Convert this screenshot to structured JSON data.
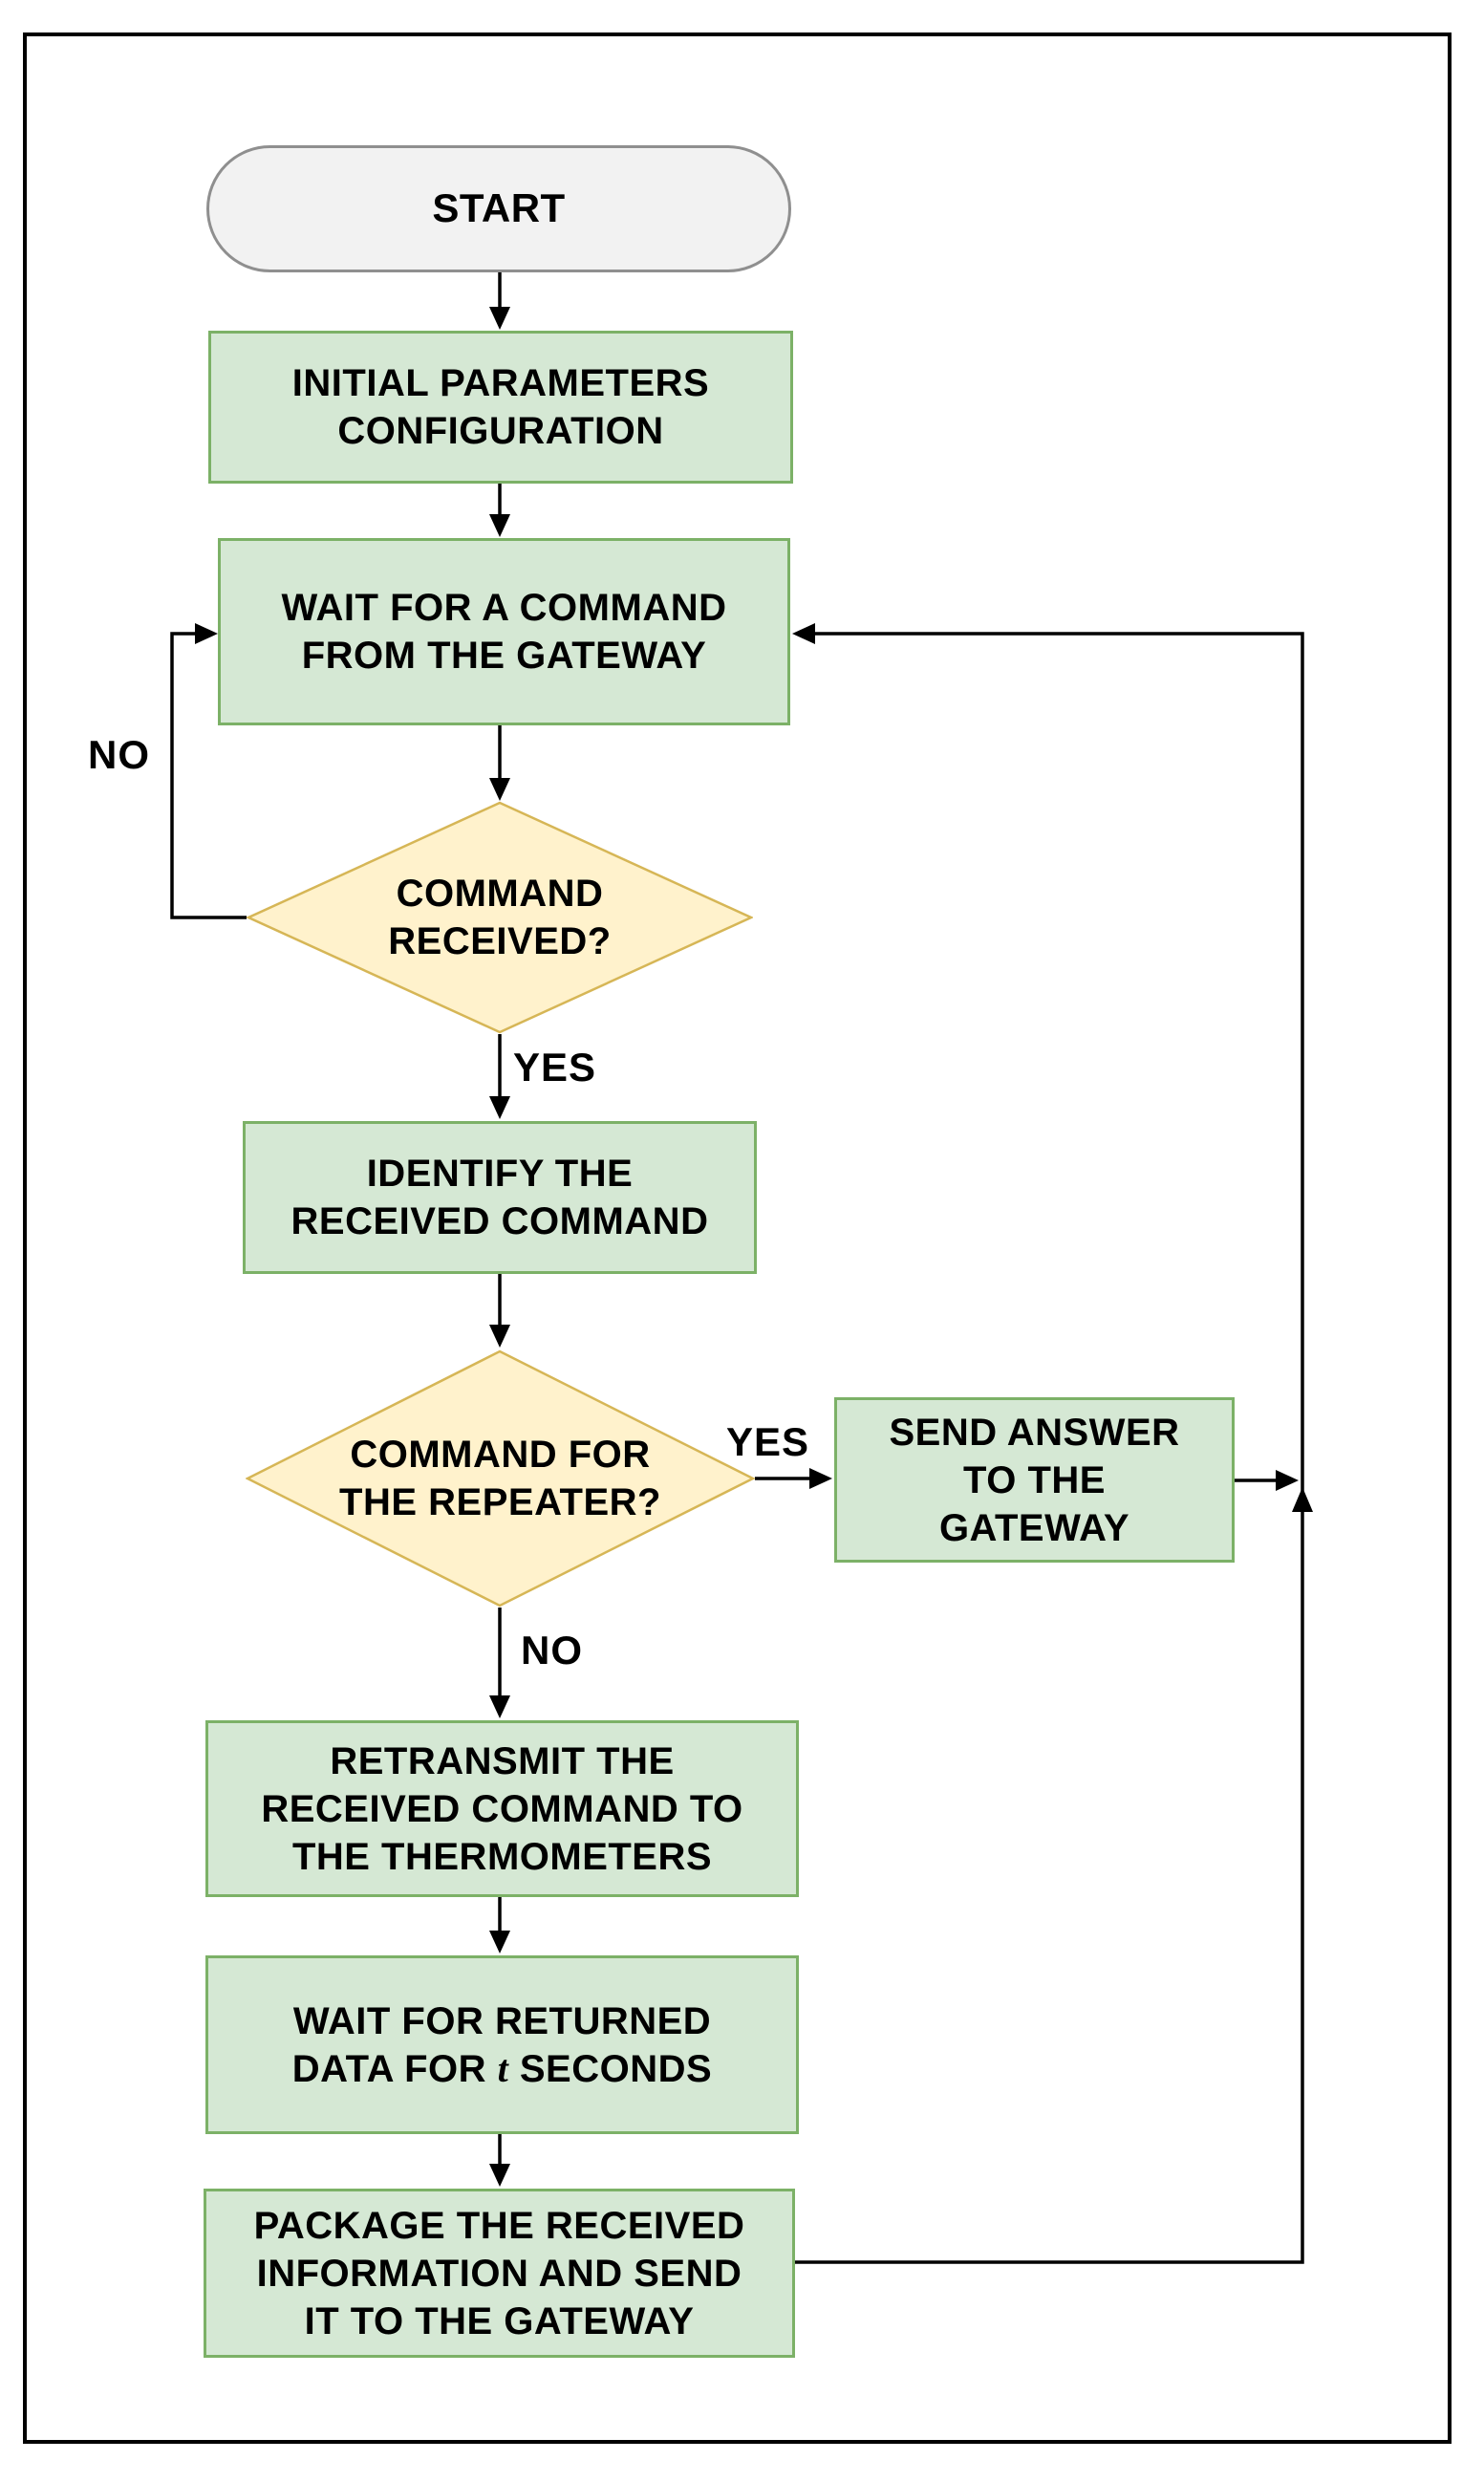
{
  "palette": {
    "bg": "#ffffff",
    "frame": "#000000",
    "line": "#000000",
    "text": "#000000",
    "green_fill": "#d5e8d4",
    "green_stroke": "#7cb167",
    "yellow_fill": "#fff2cc",
    "yellow_stroke": "#d6b656",
    "terminal_fill": "#f2f2f2",
    "terminal_stroke": "#8f8f8f"
  },
  "nodes": {
    "start": {
      "label": "START"
    },
    "init": {
      "label": "INITIAL PARAMETERS\nCONFIGURATION"
    },
    "wait_command": {
      "label": "WAIT FOR A COMMAND\nFROM THE GATEWAY"
    },
    "command_received": {
      "label": "COMMAND\nRECEIVED?"
    },
    "identify": {
      "label": "IDENTIFY THE\nRECEIVED COMMAND"
    },
    "command_for_repeater": {
      "label": "COMMAND FOR\nTHE REPEATER?"
    },
    "send_answer": {
      "label": "SEND ANSWER\nTO THE\nGATEWAY"
    },
    "retransmit": {
      "label": "RETRANSMIT THE\nRECEIVED COMMAND TO\nTHE THERMOMETERS"
    },
    "wait_data": {
      "prefix": "WAIT FOR RETURNED\nDATA FOR ",
      "var": "t",
      "suffix": " SECONDS"
    },
    "package": {
      "label": "PACKAGE THE RECEIVED\nINFORMATION AND SEND\nIT TO THE GATEWAY"
    }
  },
  "edge_labels": {
    "yes1": "YES",
    "no1": "NO",
    "yes2": "YES",
    "no2": "NO"
  }
}
